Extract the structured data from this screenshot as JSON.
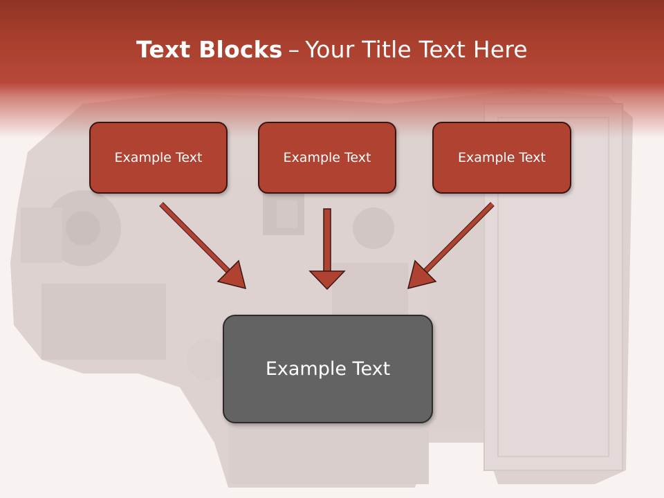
{
  "title": {
    "bold": "Text Blocks",
    "separator": "–",
    "rest": "Your Title Text Here"
  },
  "blocks": [
    {
      "label": "Example Text"
    },
    {
      "label": "Example Text"
    },
    {
      "label": "Example Text"
    }
  ],
  "main_block": {
    "label": "Example Text"
  },
  "colors": {
    "header": "#a93f2d",
    "block_fill": "#b04232",
    "block_border": "#3a1510",
    "main_fill": "#636363",
    "arrow": "#b04232"
  }
}
